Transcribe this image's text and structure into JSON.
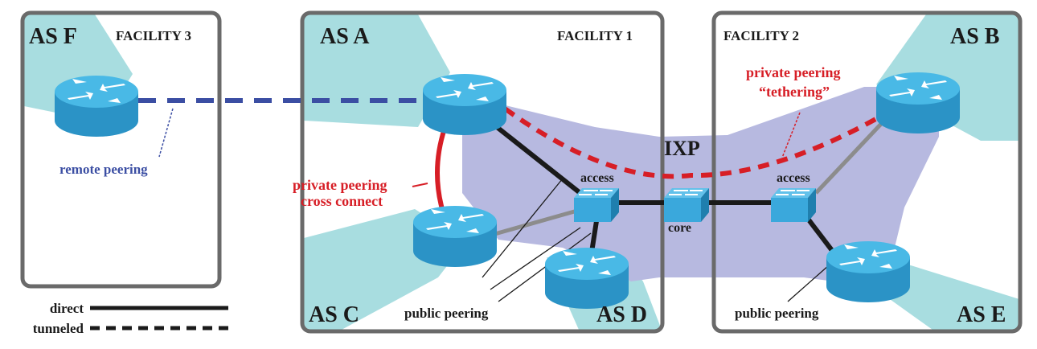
{
  "facilities": {
    "f3": {
      "label": "FACILITY 3"
    },
    "f1": {
      "label": "FACILITY 1"
    },
    "f2": {
      "label": "FACILITY 2"
    }
  },
  "as_labels": {
    "asF": "AS F",
    "asA": "AS A",
    "asB": "AS B",
    "asC": "AS C",
    "asD": "AS D",
    "asE": "AS E"
  },
  "ixp": {
    "label": "IXP"
  },
  "switches": {
    "access1": "access",
    "core": "core",
    "access2": "access"
  },
  "annotations": {
    "remote_peering": "remote peering",
    "private_cross_1": "private peering",
    "private_cross_2": "cross connect",
    "tethering_1": "private peering",
    "tethering_2": "“tethering”",
    "public_peering_1": "public peering",
    "public_peering_2": "public peering"
  },
  "legend": {
    "direct": "direct",
    "tunneled": "tunneled"
  },
  "colors": {
    "blue_link": "#3b4ea3",
    "red_link": "#d71e26",
    "ixp_fill": "#b7b9e0",
    "as_fill": "#a8dde0",
    "device": "#3aa8dc",
    "frame": "#6a6a6a",
    "gray_link": "#8c8c8c"
  }
}
